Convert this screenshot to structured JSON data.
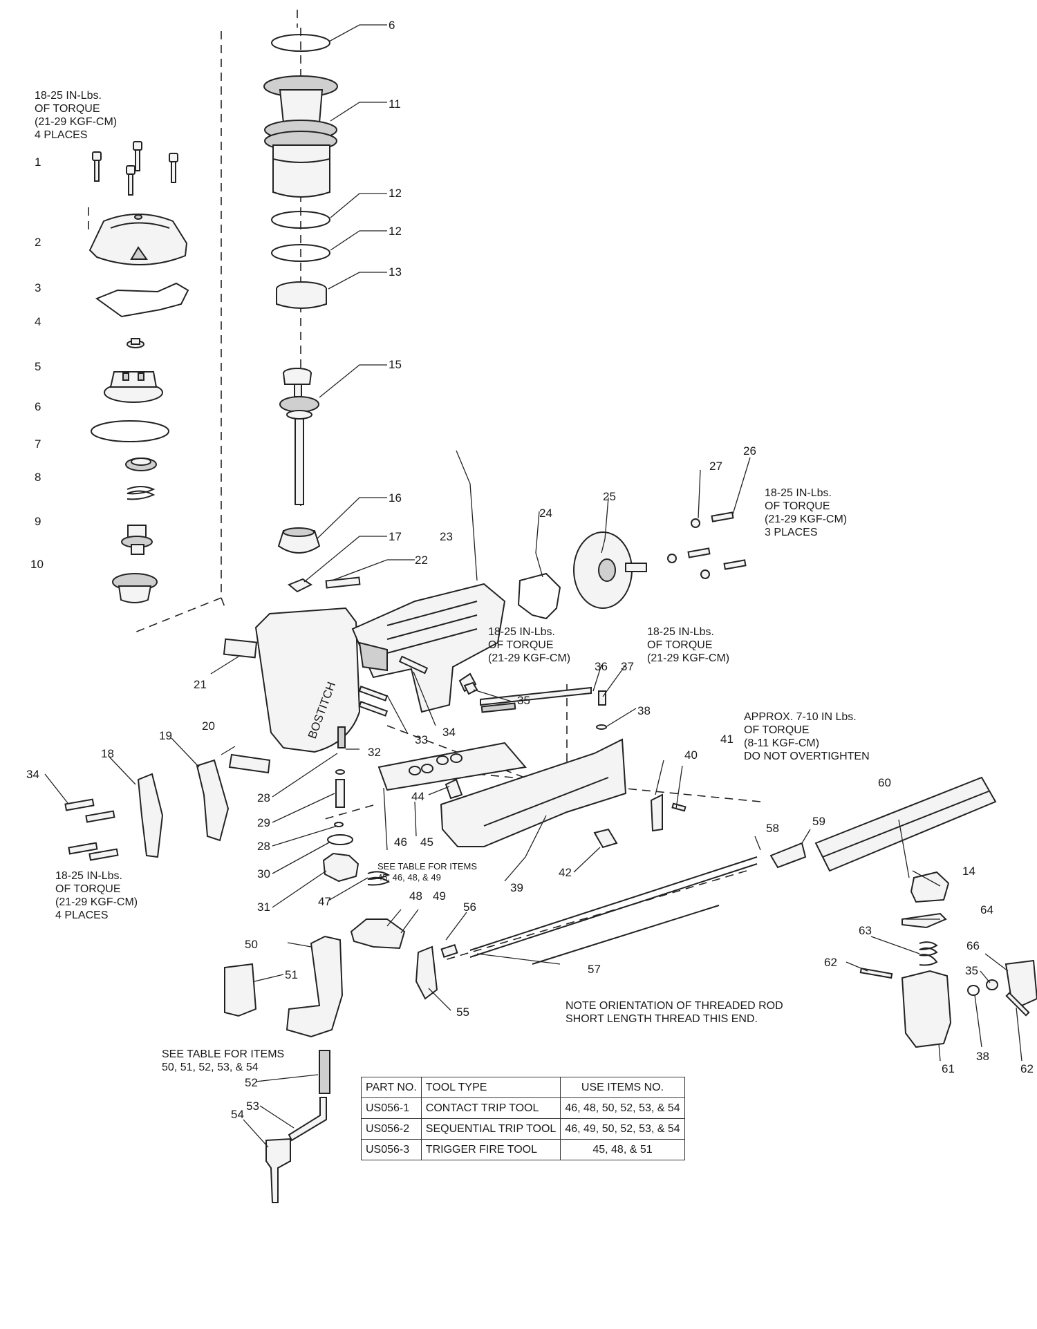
{
  "callouts": [
    {
      "n": "1"
    },
    {
      "n": "2"
    },
    {
      "n": "3"
    },
    {
      "n": "4"
    },
    {
      "n": "5"
    },
    {
      "n": "6"
    },
    {
      "n": "7"
    },
    {
      "n": "8"
    },
    {
      "n": "9"
    },
    {
      "n": "10"
    },
    {
      "n": "6"
    },
    {
      "n": "11"
    },
    {
      "n": "12"
    },
    {
      "n": "12"
    },
    {
      "n": "13"
    },
    {
      "n": "15"
    },
    {
      "n": "16"
    },
    {
      "n": "17"
    },
    {
      "n": "22"
    },
    {
      "n": "23"
    },
    {
      "n": "24"
    },
    {
      "n": "25"
    },
    {
      "n": "27"
    },
    {
      "n": "26"
    },
    {
      "n": "21"
    },
    {
      "n": "36"
    },
    {
      "n": "37"
    },
    {
      "n": "35"
    },
    {
      "n": "38"
    },
    {
      "n": "33"
    },
    {
      "n": "34"
    },
    {
      "n": "32"
    },
    {
      "n": "20"
    },
    {
      "n": "19"
    },
    {
      "n": "18"
    },
    {
      "n": "34"
    },
    {
      "n": "28"
    },
    {
      "n": "29"
    },
    {
      "n": "28"
    },
    {
      "n": "30"
    },
    {
      "n": "31"
    },
    {
      "n": "41"
    },
    {
      "n": "40"
    },
    {
      "n": "44"
    },
    {
      "n": "46"
    },
    {
      "n": "45"
    },
    {
      "n": "39"
    },
    {
      "n": "42"
    },
    {
      "n": "60"
    },
    {
      "n": "59"
    },
    {
      "n": "58"
    },
    {
      "n": "47"
    },
    {
      "n": "48"
    },
    {
      "n": "49"
    },
    {
      "n": "56"
    },
    {
      "n": "57"
    },
    {
      "n": "55"
    },
    {
      "n": "50"
    },
    {
      "n": "51"
    },
    {
      "n": "52"
    },
    {
      "n": "53"
    },
    {
      "n": "54"
    },
    {
      "n": "14"
    },
    {
      "n": "64"
    },
    {
      "n": "63"
    },
    {
      "n": "66"
    },
    {
      "n": "62"
    },
    {
      "n": "35"
    },
    {
      "n": "38"
    },
    {
      "n": "61"
    },
    {
      "n": "62"
    }
  ],
  "notes": [
    {
      "lines": [
        "18-25 IN-Lbs.",
        "OF TORQUE",
        "(21-29 KGF-CM)",
        "4 PLACES"
      ]
    },
    {
      "lines": [
        "18-25 IN-Lbs.",
        "OF TORQUE",
        "(21-29 KGF-CM)",
        "3 PLACES"
      ]
    },
    {
      "lines": [
        "18-25 IN-Lbs.",
        "OF TORQUE",
        "(21-29 KGF-CM)"
      ]
    },
    {
      "lines": [
        "18-25 IN-Lbs.",
        "OF TORQUE",
        "(21-29 KGF-CM)"
      ]
    },
    {
      "lines": [
        "APPROX. 7-10 IN Lbs.",
        "OF TORQUE",
        "(8-11 KGF-CM)",
        "DO NOT OVERTIGHTEN"
      ]
    },
    {
      "lines": [
        "18-25 IN-Lbs.",
        "OF TORQUE",
        "(21-29 KGF-CM)",
        "4 PLACES"
      ]
    },
    {
      "lines": [
        "SEE TABLE FOR ITEMS",
        "45, 46, 48, & 49"
      ]
    },
    {
      "lines": [
        "SEE TABLE FOR ITEMS",
        "50, 51, 52, 53, & 54"
      ]
    },
    {
      "lines": [
        "NOTE ORIENTATION OF THREADED ROD",
        "SHORT LENGTH THREAD THIS END."
      ]
    }
  ],
  "brand": "BOSTITCH",
  "table": {
    "headers": [
      "PART NO.",
      "TOOL TYPE",
      "USE ITEMS NO."
    ],
    "rows": [
      [
        "US056-1",
        "CONTACT TRIP TOOL",
        "46, 48, 50, 52, 53, & 54"
      ],
      [
        "US056-2",
        "SEQUENTIAL TRIP TOOL",
        "46, 49, 50, 52, 53, & 54"
      ],
      [
        "US056-3",
        "TRIGGER FIRE TOOL",
        "45, 48, & 51"
      ]
    ]
  }
}
